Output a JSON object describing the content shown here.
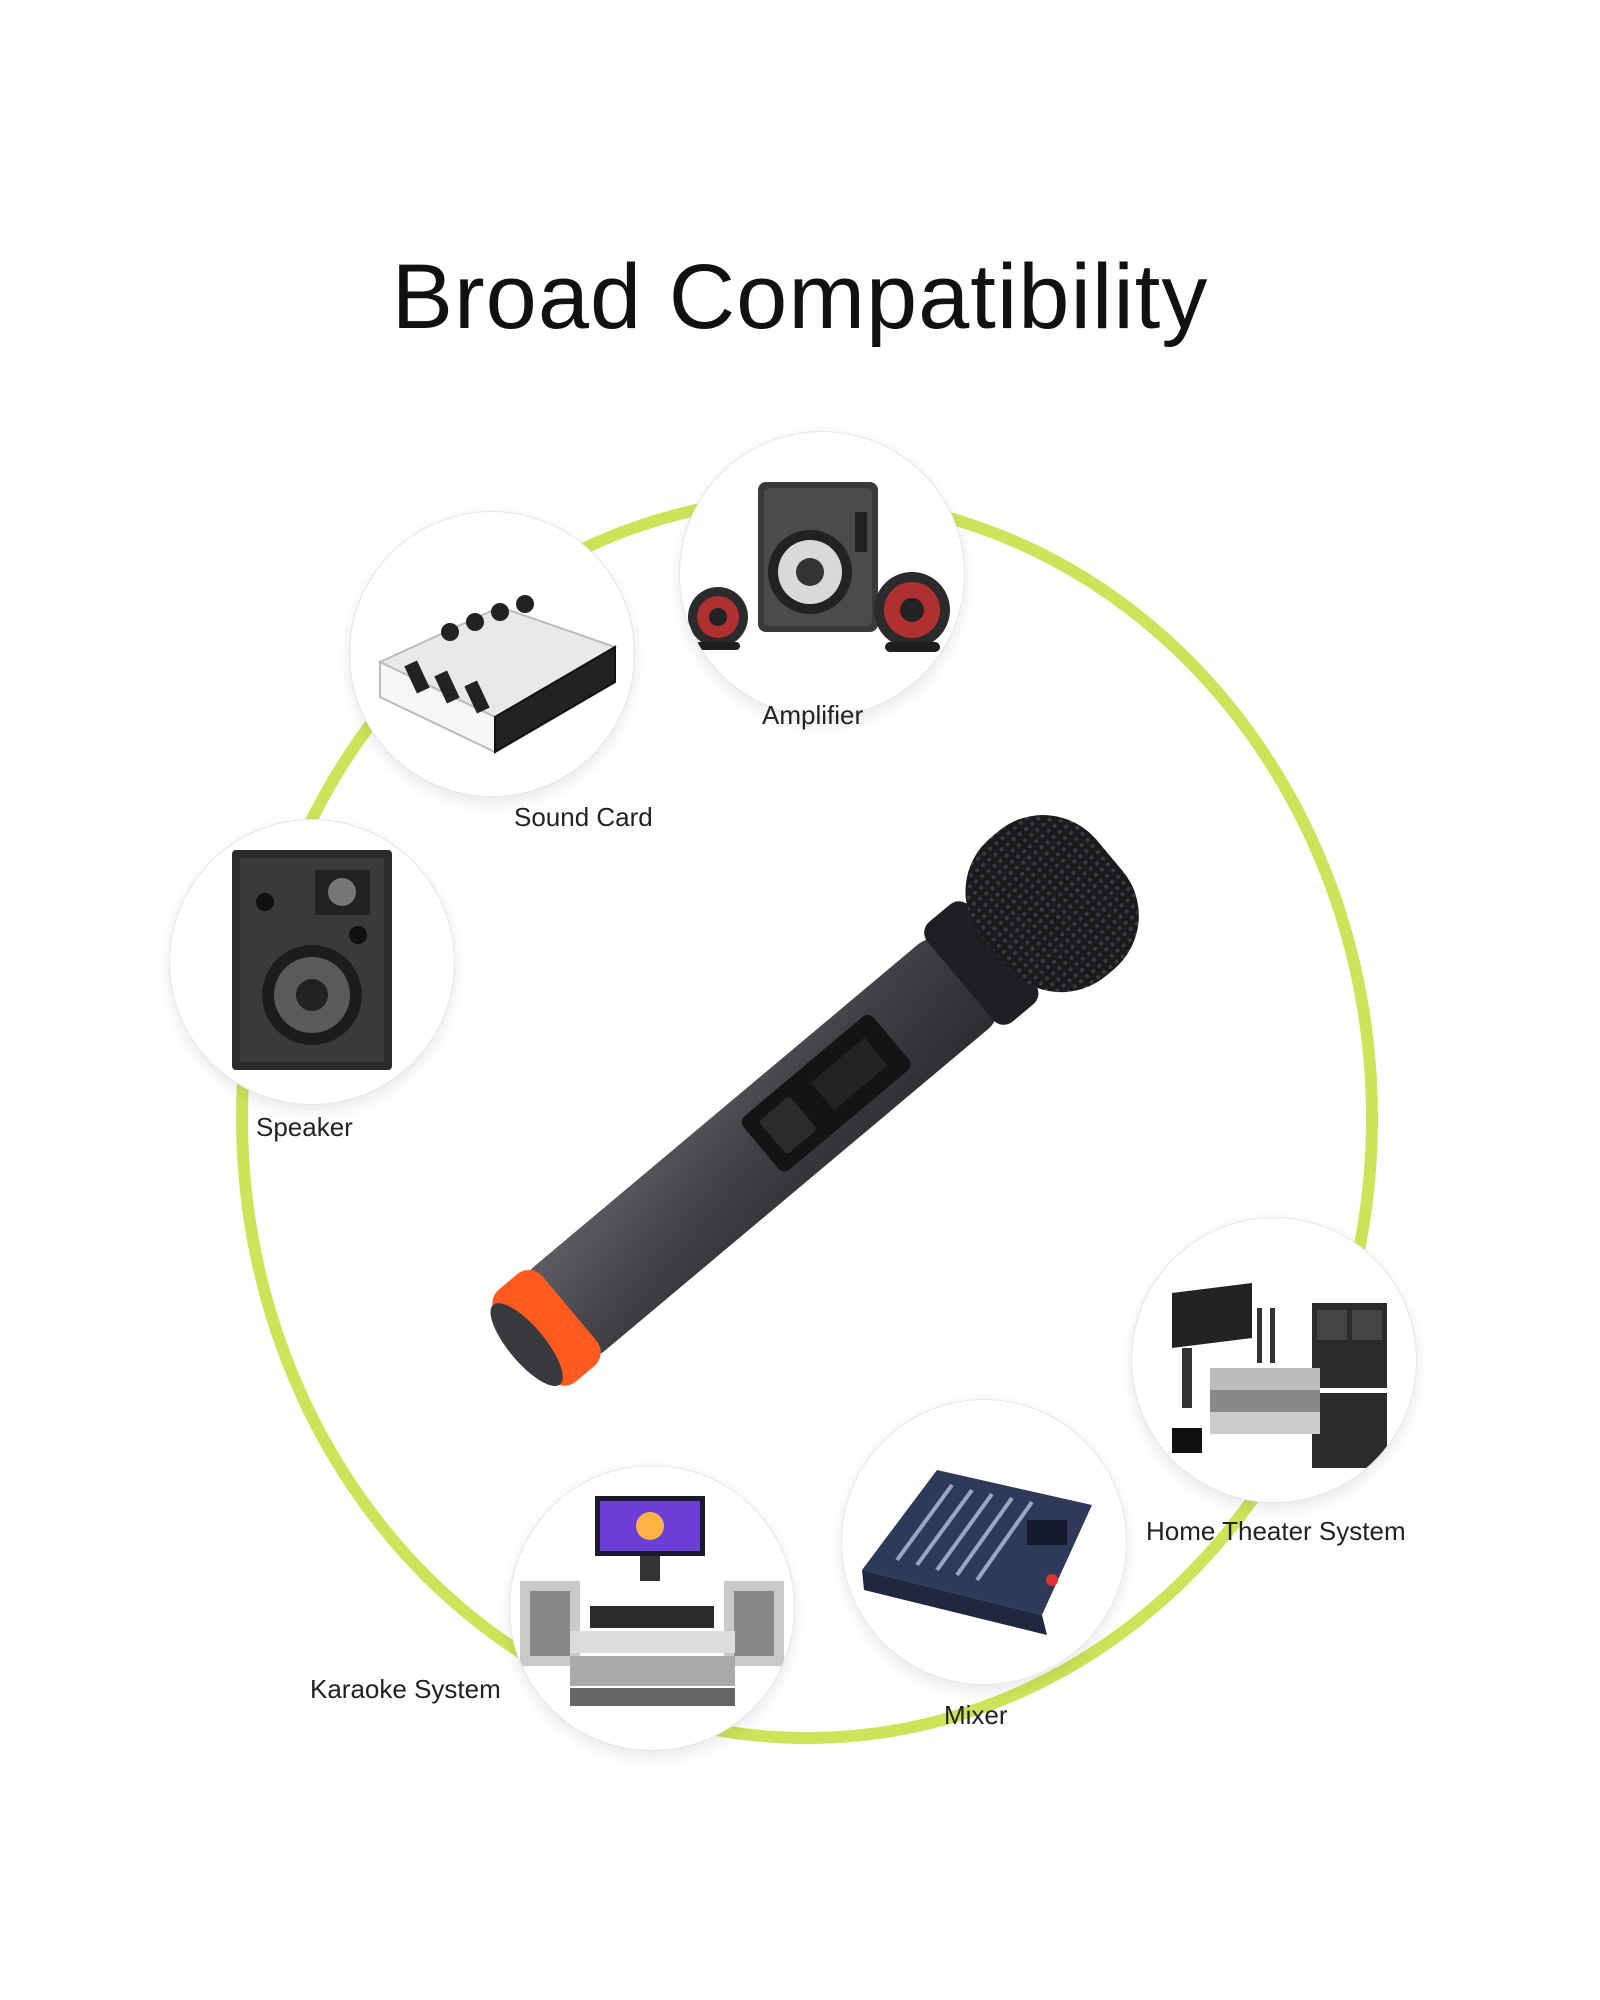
{
  "title": "Broad Compatibility",
  "ring_color": "#cde45a",
  "devices": {
    "amplifier": {
      "label": "Amplifier",
      "icon": "amplifier-speakers-icon"
    },
    "sound_card": {
      "label": "Sound Card",
      "icon": "sound-card-icon"
    },
    "speaker": {
      "label": "Speaker",
      "icon": "speaker-cabinet-icon"
    },
    "home_theater": {
      "label": "Home Theater System",
      "icon": "home-theater-icon"
    },
    "mixer": {
      "label": "Mixer",
      "icon": "mixer-console-icon"
    },
    "karaoke": {
      "label": "Karaoke System",
      "icon": "karaoke-system-icon"
    }
  },
  "product": {
    "icon": "wireless-microphone-icon",
    "accent": "#ff5a1f"
  }
}
